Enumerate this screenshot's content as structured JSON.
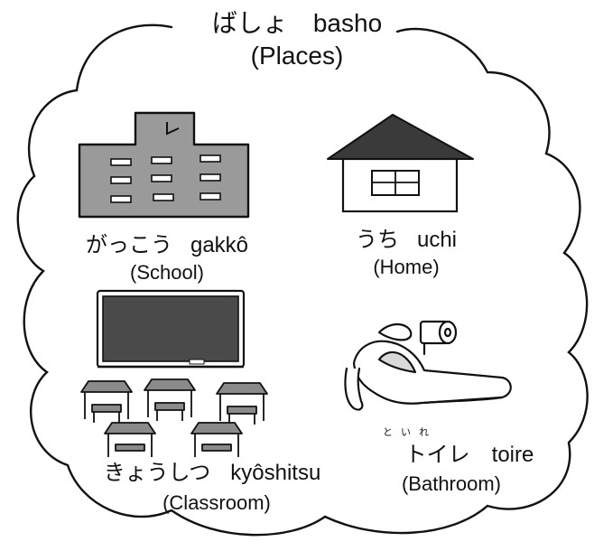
{
  "title": {
    "jp": "ばしょ",
    "romaji": "basho",
    "en": "(Places)"
  },
  "places": [
    {
      "id": "school",
      "jp": "がっこう",
      "romaji": "gakkô",
      "en": "(School)",
      "icon": "school-building"
    },
    {
      "id": "home",
      "jp": "うち",
      "romaji": "uchi",
      "en": "(Home)",
      "icon": "house"
    },
    {
      "id": "classroom",
      "jp": "きょうしつ",
      "romaji": "kyôshitsu",
      "en": "(Classroom)",
      "icon": "classroom-blackboard-desks"
    },
    {
      "id": "bathroom",
      "jp": "トイレ",
      "romaji": "toire",
      "en": "(Bathroom)",
      "furigana": "といれ",
      "icon": "toilet"
    }
  ],
  "colors": {
    "ink": "#111111",
    "building": "#9a9a9a",
    "roof": "#3a3a3a",
    "board": "#4a4a4a"
  }
}
